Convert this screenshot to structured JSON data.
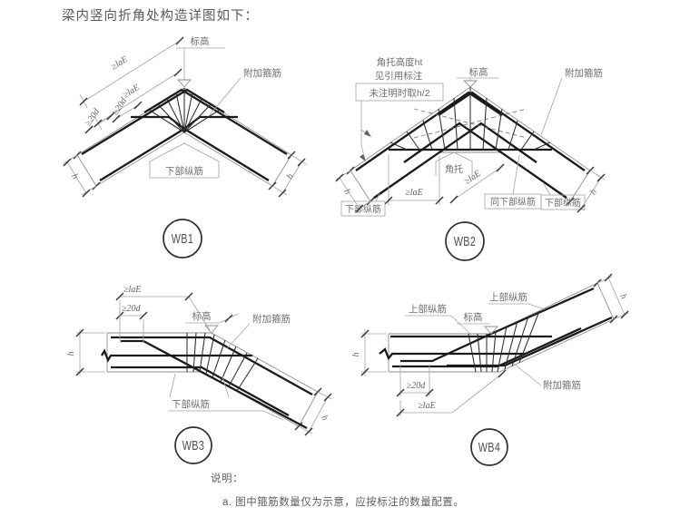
{
  "title": "梁内竖向折角处构造详图如下：",
  "shared": {
    "biaogao": "标高",
    "fujia": "附加箍筋",
    "xiabu": "下部纵筋",
    "shangbu": "上部纵筋",
    "lae": "≥laE",
    "d20": "≥20d",
    "h": "h"
  },
  "wb1": {
    "tag": "WB1"
  },
  "wb2": {
    "tag": "WB2",
    "note1": "角托高度ht",
    "note2": "见引用标注",
    "note3": "未注明时取h/2",
    "jiaotuo": "角托",
    "tong": "同下部纵筋"
  },
  "wb3": {
    "tag": "WB3"
  },
  "wb4": {
    "tag": "WB4"
  },
  "notes": {
    "heading": "说明：",
    "item_a": "a. 图中箍筋数量仅为示意，应按标注的数量配置。"
  }
}
